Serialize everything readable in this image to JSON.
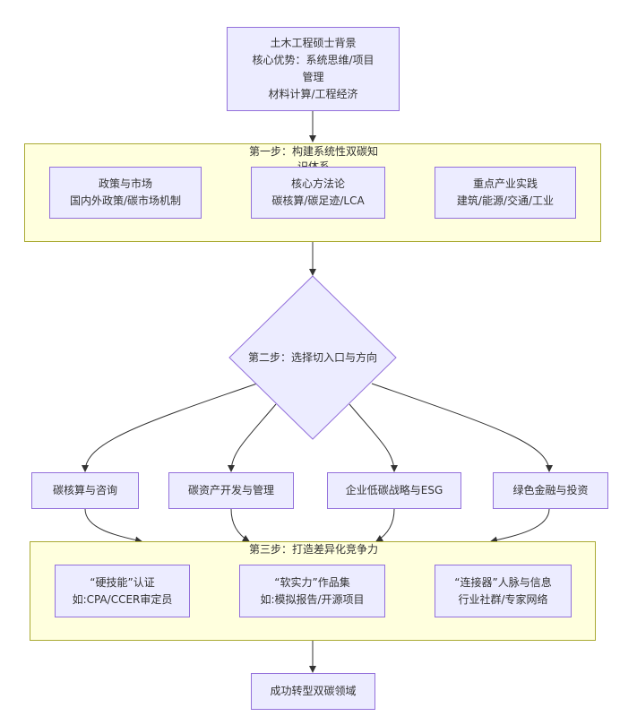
{
  "nodes": {
    "background": {
      "lines": [
        "土木工程硕士背景",
        "核心优势：系统思维/项目",
        "管理",
        "材料计算/工程经济"
      ]
    },
    "step1": {
      "title_lines": [
        "第一步：构建系统性双碳知",
        "识体系"
      ],
      "policy": {
        "lines": [
          "政策与市场",
          "国内外政策/碳市场机制"
        ]
      },
      "method": {
        "lines": [
          "核心方法论",
          "碳核算/碳足迹/LCA"
        ]
      },
      "industry": {
        "lines": [
          "重点产业实践",
          "建筑/能源/交通/工业"
        ]
      }
    },
    "step2": {
      "label": "第二步：选择切入口与方向"
    },
    "directions": [
      {
        "label": "碳核算与咨询"
      },
      {
        "label": "碳资产开发与管理"
      },
      {
        "label": "企业低碳战略与ESG"
      },
      {
        "label": "绿色金融与投资"
      }
    ],
    "step3": {
      "title": "第三步：打造差异化竞争力",
      "hard": {
        "lines": [
          "“硬技能”认证",
          "如:CPA/CCER审定员"
        ]
      },
      "soft": {
        "lines": [
          "“软实力”作品集",
          "如:模拟报告/开源项目"
        ]
      },
      "network": {
        "lines": [
          "“连接器”人脉与信息",
          "行业社群/专家网络"
        ]
      }
    },
    "success": {
      "label": "成功转型双碳领域"
    }
  },
  "colors": {
    "node_fill": "#ECECFF",
    "node_border": "#9370DB",
    "cluster_fill": "#ffffde",
    "cluster_border": "#aaaa33",
    "edge": "#333333"
  }
}
